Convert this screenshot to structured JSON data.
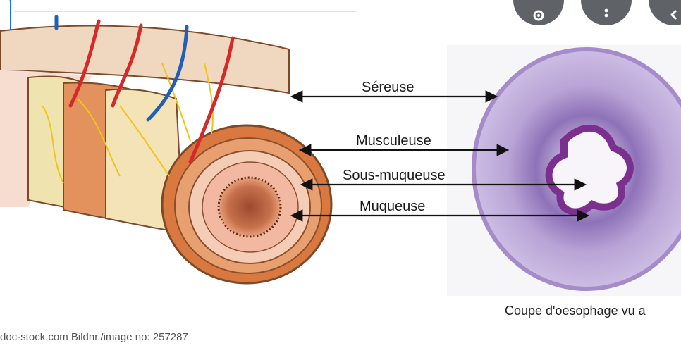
{
  "labels": {
    "sereuse": "Séreuse",
    "musculeuse": "Musculeuse",
    "sous_muqueuse": "Sous-muqueuse",
    "muqueuse": "Muqueuse"
  },
  "caption": "Coupe d'oesophage vu a",
  "credit": "doc-stock.com  Bildnr./image no: 257287",
  "toolbar": {
    "lens_icon": "google-lens-icon",
    "more_icon": "more-vert-icon",
    "back_icon": "chevron-left-icon"
  },
  "colors": {
    "button_bg": "#5f6368",
    "selection_frame": "#1a73e8",
    "artery": "#d42a2a",
    "vein": "#1f5fb8",
    "nerve": "#f0c419"
  }
}
